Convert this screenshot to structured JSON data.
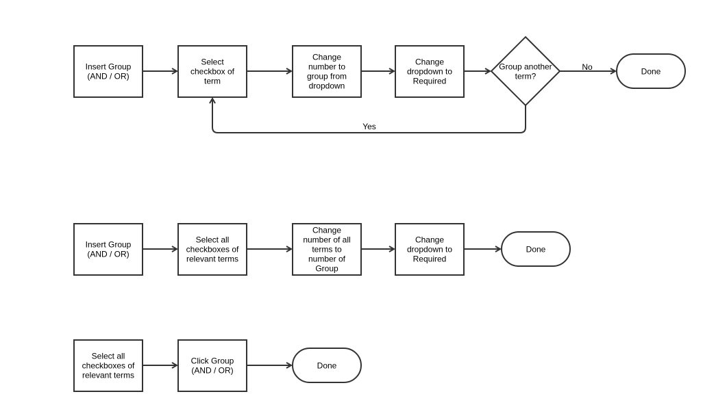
{
  "flow1": {
    "insert_group": [
      "Insert Group",
      "(AND / OR)"
    ],
    "select_checkbox": [
      "Select",
      "checkbox of",
      "term"
    ],
    "change_number": [
      "Change",
      "number to",
      "group from",
      "dropdown"
    ],
    "change_dropdown": [
      "Change",
      "dropdown to",
      "Required"
    ],
    "decision": [
      "Group another",
      "term?"
    ],
    "done": [
      "Done"
    ],
    "label_no": "No",
    "label_yes": "Yes"
  },
  "flow2": {
    "insert_group": [
      "Insert Group",
      "(AND / OR)"
    ],
    "select_all": [
      "Select all",
      "checkboxes of",
      "relevant terms"
    ],
    "change_number_all": [
      "Change",
      "number of all",
      "terms to",
      "number of",
      "Group"
    ],
    "change_dropdown": [
      "Change",
      "dropdown to",
      "Required"
    ],
    "done": [
      "Done"
    ]
  },
  "flow3": {
    "select_all": [
      "Select all",
      "checkboxes of",
      "relevant terms"
    ],
    "click_group": [
      "Click Group",
      "(AND / OR)"
    ],
    "done": [
      "Done"
    ]
  },
  "colors": {
    "stroke": "#333333",
    "fill": "#ffffff",
    "text": "#000000"
  }
}
